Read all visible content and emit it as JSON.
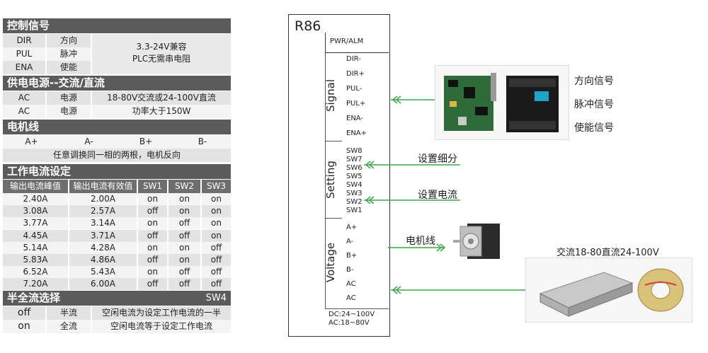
{
  "control": {
    "title": "控制信号",
    "rows": [
      {
        "name": "DIR",
        "desc": "方向"
      },
      {
        "name": "PUL",
        "desc": "脉冲"
      },
      {
        "name": "ENA",
        "desc": "使能"
      }
    ],
    "note_line1": "3.3-24V兼容",
    "note_line2": "PLC无需串电阻"
  },
  "power": {
    "title": "供电电源--交流/直流",
    "rows": [
      {
        "name": "AC",
        "desc": "电源",
        "value": "18-80V交流或24-100V直流"
      },
      {
        "name": "AC",
        "desc": "电源",
        "value": "功率大于150W"
      }
    ]
  },
  "motor": {
    "title": "电机线",
    "pins": [
      "A+",
      "A-",
      "B+",
      "B-"
    ],
    "note": "任意调换同一相的两根，电机反向"
  },
  "current": {
    "title": "工作电流设定",
    "headers": [
      "输出电流峰值",
      "输出电流有效值",
      "SW1",
      "SW2",
      "SW3"
    ],
    "rows": [
      [
        "2.40A",
        "2.00A",
        "on",
        "on",
        "on"
      ],
      [
        "3.08A",
        "2.57A",
        "off",
        "on",
        "on"
      ],
      [
        "3.77A",
        "3.14A",
        "on",
        "off",
        "on"
      ],
      [
        "4.45A",
        "3.71A",
        "off",
        "off",
        "on"
      ],
      [
        "5.14A",
        "4.28A",
        "on",
        "on",
        "off"
      ],
      [
        "5.83A",
        "4.86A",
        "off",
        "on",
        "off"
      ],
      [
        "6.52A",
        "5.43A",
        "on",
        "off",
        "off"
      ],
      [
        "7.20A",
        "6.00A",
        "off",
        "off",
        "off"
      ]
    ]
  },
  "half": {
    "title": "半全流选择",
    "switch": "SW4",
    "rows": [
      {
        "state": "off",
        "mode": "半流",
        "desc": "空闲电流为设定工作电流的一半"
      },
      {
        "state": "on",
        "mode": "全流",
        "desc": "空闲电流等于设定工作电流"
      }
    ]
  },
  "driver": {
    "model": "R86",
    "pwr": "PWR/ALM",
    "signal_label": "Signal",
    "signal_pins": [
      "DIR-",
      "DIR+",
      "PUL-",
      "PUL+",
      "ENA-",
      "ENA+"
    ],
    "setting_label": "Setting",
    "setting_pins": [
      "SW8",
      "SW7",
      "SW6",
      "SW5",
      "SW4",
      "SW3",
      "SW2",
      "SW1"
    ],
    "voltage_label": "Voltage",
    "voltage_pins": [
      "A+",
      "A-",
      "B+",
      "B-",
      "AC",
      "AC"
    ],
    "dc": "DC:24~100V",
    "ac": "AC:18~80V"
  },
  "callouts": {
    "signals": [
      "方向信号",
      "脉冲信号",
      "使能信号"
    ],
    "subdivision": "设置细分",
    "current": "设置电流",
    "motor": "电机线",
    "power": "交流18-80直流24-100V"
  }
}
